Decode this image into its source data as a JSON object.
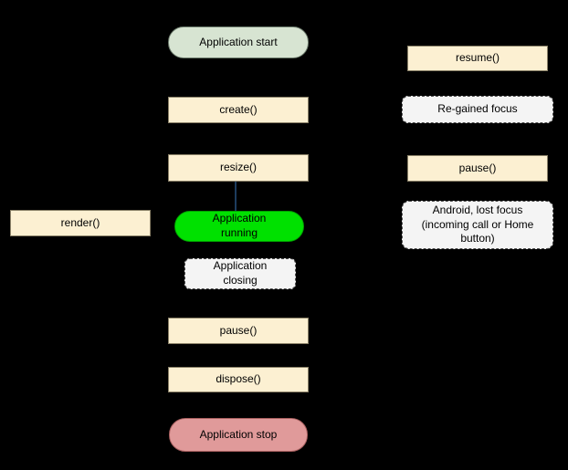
{
  "diagram": {
    "type": "flowchart",
    "subject": "application-lifecycle",
    "nodes": {
      "app_start": {
        "label": "Application start",
        "shape": "rounded-pill",
        "role": "start-state"
      },
      "create": {
        "label": "create()",
        "shape": "process-box",
        "role": "method-call"
      },
      "resize": {
        "label": "resize()",
        "shape": "process-box",
        "role": "method-call"
      },
      "app_running": {
        "label": "Application\nrunning",
        "shape": "rounded-pill",
        "role": "active-state"
      },
      "app_closing": {
        "label": "Application\nclosing",
        "shape": "dashed-box",
        "role": "condition"
      },
      "pause_main": {
        "label": "pause()",
        "shape": "process-box",
        "role": "method-call"
      },
      "dispose": {
        "label": "dispose()",
        "shape": "process-box",
        "role": "method-call"
      },
      "app_stop": {
        "label": "Application stop",
        "shape": "rounded-pill",
        "role": "end-state"
      },
      "render": {
        "label": "render()",
        "shape": "process-box",
        "role": "method-call"
      },
      "resume": {
        "label": "resume()",
        "shape": "process-box",
        "role": "method-call"
      },
      "regained": {
        "label": "Re-gained focus",
        "shape": "dashed-box",
        "role": "condition"
      },
      "pause_right": {
        "label": "pause()",
        "shape": "process-box",
        "role": "method-call"
      },
      "android": {
        "label": "Android, lost focus\n(incoming call or Home\nbutton)",
        "shape": "dashed-box",
        "role": "condition"
      }
    },
    "connectors": [
      {
        "from": "resize",
        "to": "app_running",
        "style": "vertical-line",
        "color": "#1d3c5e"
      }
    ],
    "colors": {
      "bg": "#000000",
      "text": "#000000",
      "process-fill": "#fcf0d2",
      "process-border": "#8a8168",
      "start-fill": "#d7e4d2",
      "start-border": "#6e7d6e",
      "running-fill": "#00e100",
      "running-border": "#00a000",
      "stop-fill": "#e09a9a",
      "stop-border": "#a96060",
      "state-fill": "#f4f4f4",
      "state-border": "#4a4a4a",
      "connector": "#1d3c5e"
    }
  }
}
